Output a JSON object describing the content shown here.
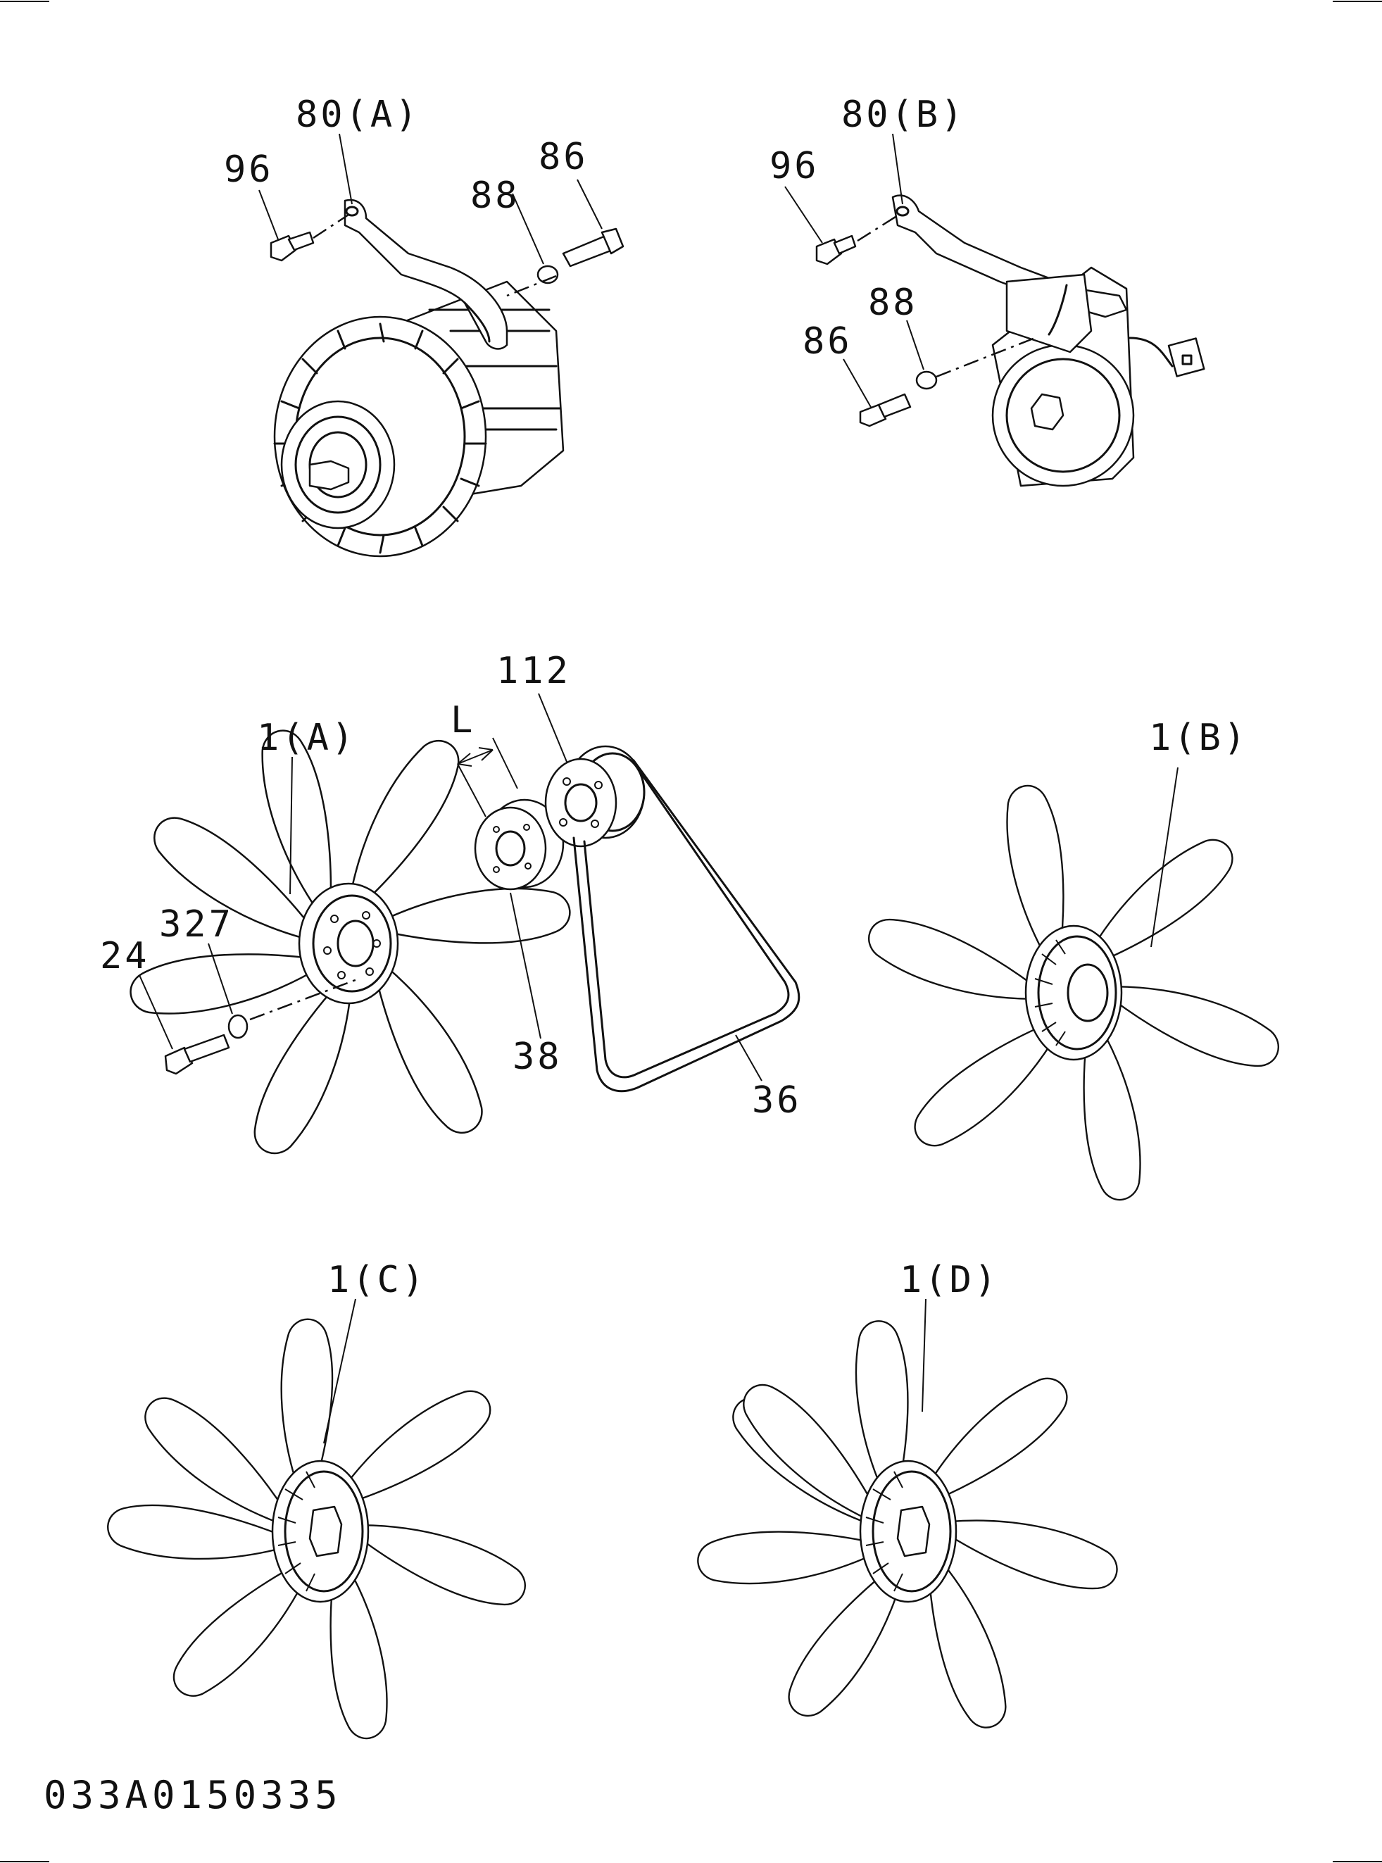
{
  "labels": {
    "bracket_a": "80(A)",
    "bracket_b": "80(B)",
    "bolt_96_a": "96",
    "bolt_96_b": "96",
    "washer_88_a": "88",
    "washer_88_b": "88",
    "bolt_86_a": "86",
    "bolt_86_b": "86",
    "pulley_112": "112",
    "dimension_l": "L",
    "fan_a": "1(A)",
    "fan_b": "1(B)",
    "fan_c": "1(C)",
    "fan_d": "1(D)",
    "washer_327": "327",
    "bolt_24": "24",
    "spacer_38": "38",
    "belt_36": "36"
  },
  "drawing_code": "033A0150335"
}
